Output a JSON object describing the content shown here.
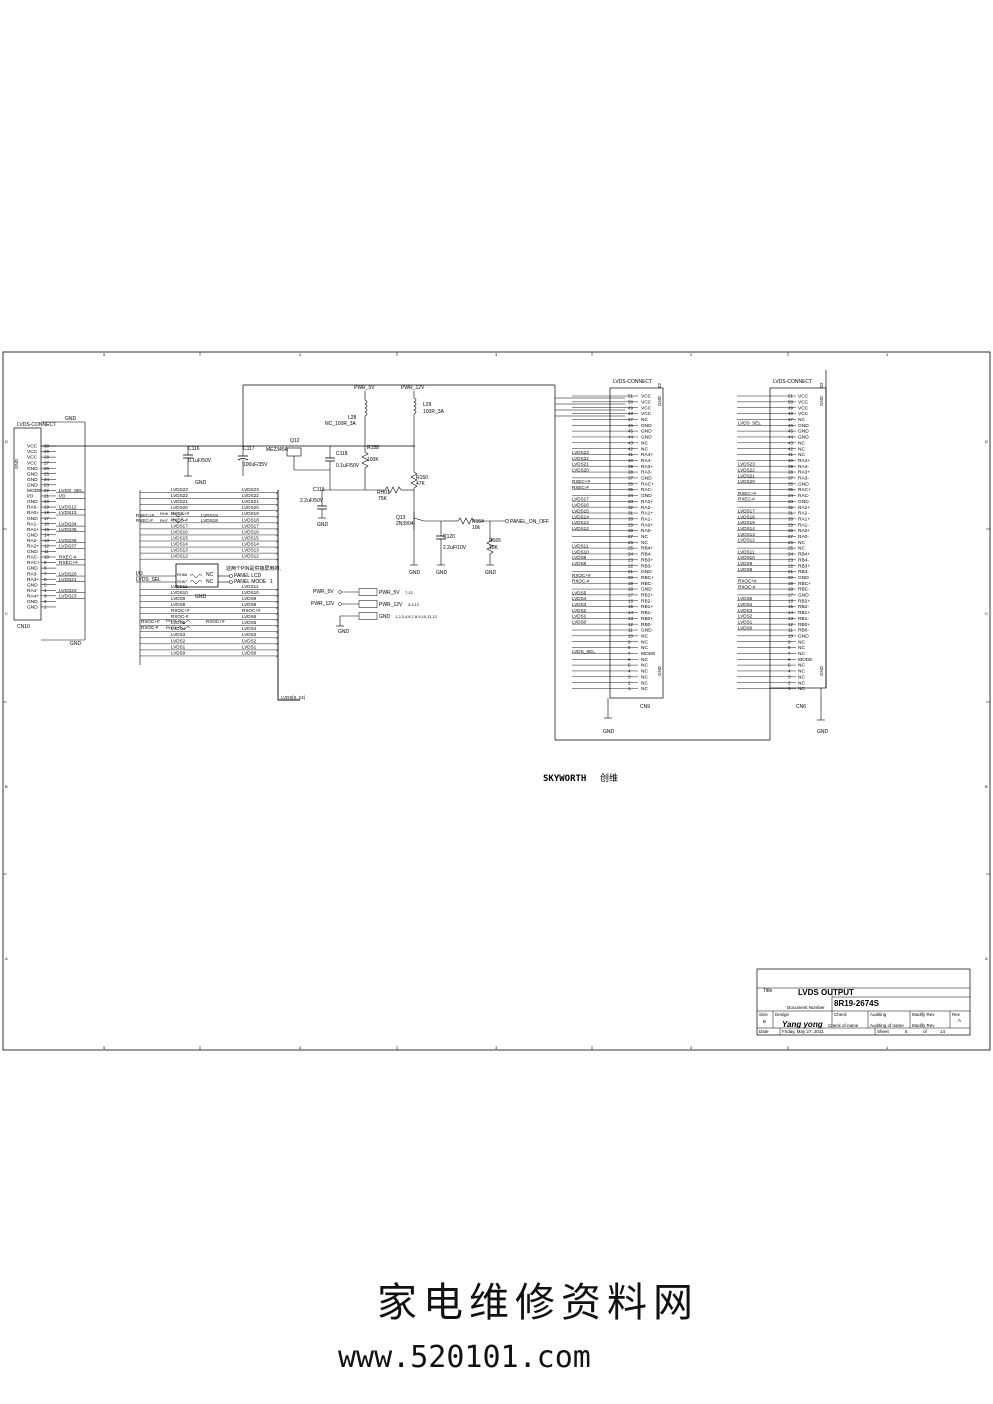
{
  "sheet": {
    "border_cols": [
      "5",
      "4",
      "3",
      "2",
      "1"
    ],
    "border_rows": [
      "D",
      "C",
      "B",
      "A"
    ]
  },
  "connectors": {
    "left": {
      "label": "LVDS-CONNECT",
      "refdes": "CN10",
      "gnd": "GND",
      "pins": [
        {
          "num": "30",
          "name": "VCC",
          "net": ""
        },
        {
          "num": "29",
          "name": "VCC",
          "net": ""
        },
        {
          "num": "28",
          "name": "VCC",
          "net": ""
        },
        {
          "num": "27",
          "name": "VCC",
          "net": ""
        },
        {
          "num": "26",
          "name": "GND",
          "net": ""
        },
        {
          "num": "25",
          "name": "GND",
          "net": ""
        },
        {
          "num": "24",
          "name": "GND",
          "net": ""
        },
        {
          "num": "23",
          "name": "GND",
          "net": ""
        },
        {
          "num": "22",
          "name": "MODE",
          "net": "LVDS_SEL"
        },
        {
          "num": "21",
          "name": "I/O",
          "net": "I/O"
        },
        {
          "num": "20",
          "name": "GND",
          "net": ""
        },
        {
          "num": "19",
          "name": "RA0-",
          "net": "LVDS12"
        },
        {
          "num": "18",
          "name": "RA0+",
          "net": "LVDS13"
        },
        {
          "num": "17",
          "name": "GND",
          "net": ""
        },
        {
          "num": "16",
          "name": "RA1-",
          "net": "LVDS34"
        },
        {
          "num": "15",
          "name": "RA1+",
          "net": "LVDS35"
        },
        {
          "num": "14",
          "name": "GND",
          "net": ""
        },
        {
          "num": "13",
          "name": "RA2-",
          "net": "LVDS36"
        },
        {
          "num": "12",
          "name": "RA2+",
          "net": "LVDS37"
        },
        {
          "num": "11",
          "name": "GND",
          "net": ""
        },
        {
          "num": "10",
          "name": "RAC-",
          "net": "RXEC-#"
        },
        {
          "num": "9",
          "name": "RAC+",
          "net": "RXEC+#"
        },
        {
          "num": "8",
          "name": "GND",
          "net": ""
        },
        {
          "num": "7",
          "name": "RA3-",
          "net": "LVDS20"
        },
        {
          "num": "6",
          "name": "RA3+",
          "net": "LVDS21"
        },
        {
          "num": "5",
          "name": "GND",
          "net": ""
        },
        {
          "num": "4",
          "name": "RA4-",
          "net": "LVDS22"
        },
        {
          "num": "3",
          "name": "RA4+",
          "net": "LVDS23"
        },
        {
          "num": "2",
          "name": "GND",
          "net": ""
        },
        {
          "num": "1",
          "name": "GND",
          "net": ""
        }
      ]
    },
    "cn9": {
      "label": "LVDS-CONNECT",
      "refdes": "CN9",
      "gnd": "GND",
      "side": "52",
      "pins": [
        {
          "num": "51",
          "name": "VCC",
          "net": ""
        },
        {
          "num": "50",
          "name": "VCC",
          "net": ""
        },
        {
          "num": "49",
          "name": "VCC",
          "net": ""
        },
        {
          "num": "48",
          "name": "VCC",
          "net": ""
        },
        {
          "num": "47",
          "name": "NC",
          "net": ""
        },
        {
          "num": "46",
          "name": "GND",
          "net": ""
        },
        {
          "num": "45",
          "name": "GND",
          "net": ""
        },
        {
          "num": "44",
          "name": "GND",
          "net": ""
        },
        {
          "num": "43",
          "name": "NC",
          "net": ""
        },
        {
          "num": "42",
          "name": "NC",
          "net": ""
        },
        {
          "num": "41",
          "name": "RA4+",
          "net": "LVDS23"
        },
        {
          "num": "40",
          "name": "RA4-",
          "net": "LVDS22"
        },
        {
          "num": "39",
          "name": "RA3+",
          "net": "LVDS21"
        },
        {
          "num": "38",
          "name": "RA3-",
          "net": "LVDS20"
        },
        {
          "num": "37",
          "name": "GND",
          "net": ""
        },
        {
          "num": "36",
          "name": "RAC+",
          "net": "RXEC+#"
        },
        {
          "num": "35",
          "name": "RAC-",
          "net": "RXEC-#"
        },
        {
          "num": "34",
          "name": "GND",
          "net": ""
        },
        {
          "num": "33",
          "name": "RA2+",
          "net": "LVDS17"
        },
        {
          "num": "32",
          "name": "RA2-",
          "net": "LVDS16"
        },
        {
          "num": "31",
          "name": "RA1+",
          "net": "LVDS15"
        },
        {
          "num": "30",
          "name": "RA1-",
          "net": "LVDS14"
        },
        {
          "num": "29",
          "name": "RA0+",
          "net": "LVDS13"
        },
        {
          "num": "28",
          "name": "RA0-",
          "net": "LVDS12"
        },
        {
          "num": "27",
          "name": "NC",
          "net": ""
        },
        {
          "num": "26",
          "name": "NC",
          "net": ""
        },
        {
          "num": "25",
          "name": "RB4+",
          "net": "LVDS11"
        },
        {
          "num": "24",
          "name": "RB4-",
          "net": "LVDS10"
        },
        {
          "num": "23",
          "name": "RB3+",
          "net": "LVDS9"
        },
        {
          "num": "22",
          "name": "RB3-",
          "net": "LVDS8"
        },
        {
          "num": "21",
          "name": "GND",
          "net": ""
        },
        {
          "num": "20",
          "name": "RBC+",
          "net": "RXOC+#"
        },
        {
          "num": "19",
          "name": "RBC-",
          "net": "RXOC-#"
        },
        {
          "num": "18",
          "name": "GND",
          "net": ""
        },
        {
          "num": "17",
          "name": "RB2+",
          "net": "LVDS5"
        },
        {
          "num": "16",
          "name": "RB2-",
          "net": "LVDS4"
        },
        {
          "num": "15",
          "name": "RB1+",
          "net": "LVDS3"
        },
        {
          "num": "14",
          "name": "RB1-",
          "net": "LVDS2"
        },
        {
          "num": "13",
          "name": "RB0+",
          "net": "LVDS1"
        },
        {
          "num": "12",
          "name": "RB0-",
          "net": "LVDS0"
        },
        {
          "num": "11",
          "name": "GND",
          "net": ""
        },
        {
          "num": "10",
          "name": "NC",
          "net": ""
        },
        {
          "num": "9",
          "name": "NC",
          "net": ""
        },
        {
          "num": "8",
          "name": "NC",
          "net": ""
        },
        {
          "num": "7",
          "name": "MODE",
          "net": "LVDS_SEL"
        },
        {
          "num": "6",
          "name": "NC",
          "net": ""
        },
        {
          "num": "5",
          "name": "NC",
          "net": ""
        },
        {
          "num": "4",
          "name": "NC",
          "net": ""
        },
        {
          "num": "3",
          "name": "NC",
          "net": ""
        },
        {
          "num": "2",
          "name": "NC",
          "net": ""
        },
        {
          "num": "1",
          "name": "NC",
          "net": ""
        }
      ]
    },
    "cn6": {
      "label": "LVDS-CONNECT",
      "refdes": "CN6",
      "gnd": "GND",
      "side": "S2",
      "pins": [
        {
          "num": "51",
          "name": "VCC",
          "net": ""
        },
        {
          "num": "50",
          "name": "VCC",
          "net": ""
        },
        {
          "num": "49",
          "name": "VCC",
          "net": ""
        },
        {
          "num": "48",
          "name": "VCC",
          "net": ""
        },
        {
          "num": "47",
          "name": "NC",
          "net": ""
        },
        {
          "num": "46",
          "name": "GND",
          "net": "LVDS_SEL"
        },
        {
          "num": "45",
          "name": "GND",
          "net": ""
        },
        {
          "num": "44",
          "name": "GND",
          "net": ""
        },
        {
          "num": "43",
          "name": "NC",
          "net": ""
        },
        {
          "num": "42",
          "name": "NC",
          "net": ""
        },
        {
          "num": "41",
          "name": "NC",
          "net": ""
        },
        {
          "num": "40",
          "name": "RA4+",
          "net": ""
        },
        {
          "num": "39",
          "name": "RA4-",
          "net": "LVDS23"
        },
        {
          "num": "38",
          "name": "RA3+",
          "net": "LVDS22"
        },
        {
          "num": "37",
          "name": "RA3-",
          "net": "LVDS21"
        },
        {
          "num": "36",
          "name": "GND",
          "net": "LVDS20"
        },
        {
          "num": "35",
          "name": "RAC+",
          "net": ""
        },
        {
          "num": "34",
          "name": "RAC-",
          "net": "RXEC+#"
        },
        {
          "num": "33",
          "name": "GND",
          "net": "RXEC-#"
        },
        {
          "num": "32",
          "name": "RA2+",
          "net": ""
        },
        {
          "num": "31",
          "name": "RA2-",
          "net": "LVDS17"
        },
        {
          "num": "30",
          "name": "RA1+",
          "net": "LVDS16"
        },
        {
          "num": "29",
          "name": "RA1-",
          "net": "LVDS15"
        },
        {
          "num": "28",
          "name": "RA0+",
          "net": "LVDS14"
        },
        {
          "num": "27",
          "name": "RA0-",
          "net": "LVDS13"
        },
        {
          "num": "26",
          "name": "NC",
          "net": "LVDS12"
        },
        {
          "num": "25",
          "name": "NC",
          "net": ""
        },
        {
          "num": "24",
          "name": "RB4+",
          "net": "LVDS11"
        },
        {
          "num": "23",
          "name": "RB4-",
          "net": "LVDS10"
        },
        {
          "num": "22",
          "name": "RB3+",
          "net": "LVDS9"
        },
        {
          "num": "21",
          "name": "RB3-",
          "net": "LVDS8"
        },
        {
          "num": "20",
          "name": "GND",
          "net": ""
        },
        {
          "num": "19",
          "name": "RBC+",
          "net": "RXOC+#"
        },
        {
          "num": "18",
          "name": "RBC-",
          "net": "RXOC-#"
        },
        {
          "num": "17",
          "name": "GND",
          "net": ""
        },
        {
          "num": "16",
          "name": "RB2+",
          "net": "LVDS5"
        },
        {
          "num": "15",
          "name": "RB2-",
          "net": "LVDS4"
        },
        {
          "num": "14",
          "name": "RB1+",
          "net": "LVDS3"
        },
        {
          "num": "13",
          "name": "RB1-",
          "net": "LVDS2"
        },
        {
          "num": "12",
          "name": "RB0+",
          "net": "LVDS1"
        },
        {
          "num": "11",
          "name": "RB0-",
          "net": "LVDS0"
        },
        {
          "num": "10",
          "name": "GND",
          "net": ""
        },
        {
          "num": "9",
          "name": "NC",
          "net": ""
        },
        {
          "num": "8",
          "name": "NC",
          "net": ""
        },
        {
          "num": "7",
          "name": "NC",
          "net": ""
        },
        {
          "num": "6",
          "name": "MODE",
          "net": ""
        },
        {
          "num": "5",
          "name": "NC",
          "net": ""
        },
        {
          "num": "4",
          "name": "NC",
          "net": ""
        },
        {
          "num": "3",
          "name": "NC",
          "net": ""
        },
        {
          "num": "2",
          "name": "NC",
          "net": ""
        },
        {
          "num": "1",
          "name": "NC",
          "net": ""
        }
      ]
    }
  },
  "bus": {
    "label": "LVDS[0..23]",
    "rows": [
      {
        "left": "LVDS23",
        "right": "LVDS23"
      },
      {
        "left": "LVDS22",
        "right": "LVDS22"
      },
      {
        "left": "LVDS21",
        "right": "LVDS21"
      },
      {
        "left": "LVDS20",
        "right": "LVDS20"
      },
      {
        "left": "RXEC+#",
        "right": "LVDS19"
      },
      {
        "left": "RXEC-#",
        "right": "LVDS18"
      },
      {
        "left": "LVDS17",
        "right": "LVDS17"
      },
      {
        "left": "LVDS16",
        "right": "LVDS16"
      },
      {
        "left": "LVDS15",
        "right": "LVDS15"
      },
      {
        "left": "LVDS14",
        "right": "LVDS14"
      },
      {
        "left": "LVDS13",
        "right": "LVDS13"
      },
      {
        "left": "LVDS12",
        "right": "LVDS12"
      },
      {
        "left": "",
        "right": ""
      },
      {
        "left": "",
        "right": ""
      },
      {
        "left": "",
        "right": ""
      },
      {
        "left": "",
        "right": ""
      },
      {
        "left": "LVDS11",
        "right": "LVDS11"
      },
      {
        "left": "LVDS10",
        "right": "LVDS10"
      },
      {
        "left": "LVDS9",
        "right": "LVDS9"
      },
      {
        "left": "LVDS8",
        "right": "LVDS8"
      },
      {
        "left": "RXOC+#",
        "right": "RXOC+#"
      },
      {
        "left": "RXOC-#",
        "right": "LVDS6"
      },
      {
        "left": "LVDS5",
        "right": "LVDS5"
      },
      {
        "left": "LVDS4",
        "right": "LVDS4"
      },
      {
        "left": "LVDS3",
        "right": "LVDS3"
      },
      {
        "left": "LVDS2",
        "right": "LVDS2"
      },
      {
        "left": "LVDS1",
        "right": "LVDS1"
      },
      {
        "left": "LVDS0",
        "right": "LVDS0"
      }
    ],
    "resistors": [
      "RH6",
      "RH7",
      "RH66",
      "RH67",
      "RH70",
      "RH71"
    ]
  },
  "components": {
    "c116": {
      "ref": "C116",
      "val": "0.1uF/50V"
    },
    "c117": {
      "ref": "C117",
      "val": "100uF/35V"
    },
    "q12": {
      "ref": "Q12",
      "val": "ME2345A"
    },
    "c118": {
      "ref": "C118",
      "val": "0.1uF/50V"
    },
    "c119": {
      "ref": "C119",
      "val": "2.2uF/50V"
    },
    "r158": {
      "ref": "R158",
      "val": "100K"
    },
    "l28": {
      "ref": "L28",
      "val": "NC_100R_3A"
    },
    "l29": {
      "ref": "L29",
      "val": "100R_3A"
    },
    "r160": {
      "ref": "R160",
      "val": "47K"
    },
    "rh01": {
      "ref": "RH01",
      "val": "75K"
    },
    "q13": {
      "ref": "Q13",
      "val": "2N3904"
    },
    "r164": {
      "ref": "R164",
      "val": "10k"
    },
    "r165": {
      "ref": "R165",
      "val": "10K"
    },
    "c120": {
      "ref": "C120",
      "val": "2.2uF/10V"
    },
    "pwr5": "PWR_5V",
    "pwr12": "PWR_12V",
    "panel_on_off": "PANEL_ON_OFF",
    "gnd": "GND",
    "io": "I/O",
    "lvds_sel": "LVDS_SEL",
    "nc": "NC",
    "panel_lcd": "PANEL LCD",
    "panel_mode": "PANEL MODE",
    "panel_mode_num": "1",
    "note_cn": "这两个PIN是供接屏用的,"
  },
  "offpage": [
    {
      "label": "PWR_5V",
      "pages": "7,12"
    },
    {
      "label": "PWR_12V",
      "pages": "3,4,12"
    },
    {
      "label": "GND",
      "pages": "1,2,3,4,6,7,8,9,10,11,12"
    }
  ],
  "brand": {
    "name": "SKYWORTH",
    "cn": "创维"
  },
  "titleblock": {
    "title_lbl": "Title",
    "title": "LVDS OUTPUT",
    "docnum_lbl": "Document Number",
    "docnum": "8R19-2674S",
    "size_lbl": "Size",
    "size": "B",
    "design_lbl": "Design",
    "design": "Yang yong",
    "check_lbl": "Check",
    "check": "Check of name",
    "audit_lbl": "Auditing",
    "audit": "Auditing of name",
    "modify_lbl": "Modify Rev",
    "modify": "Modify Rev",
    "rev_lbl": "Rev",
    "rev": "A",
    "date_lbl": "Date",
    "date": "Friday, May 27, 2011",
    "sheet_lbl": "Sheet",
    "sheet": "5",
    "of_lbl": "of",
    "of": "14"
  },
  "watermark": {
    "cn": "家电维修资料网",
    "url": "www.520101.com"
  }
}
